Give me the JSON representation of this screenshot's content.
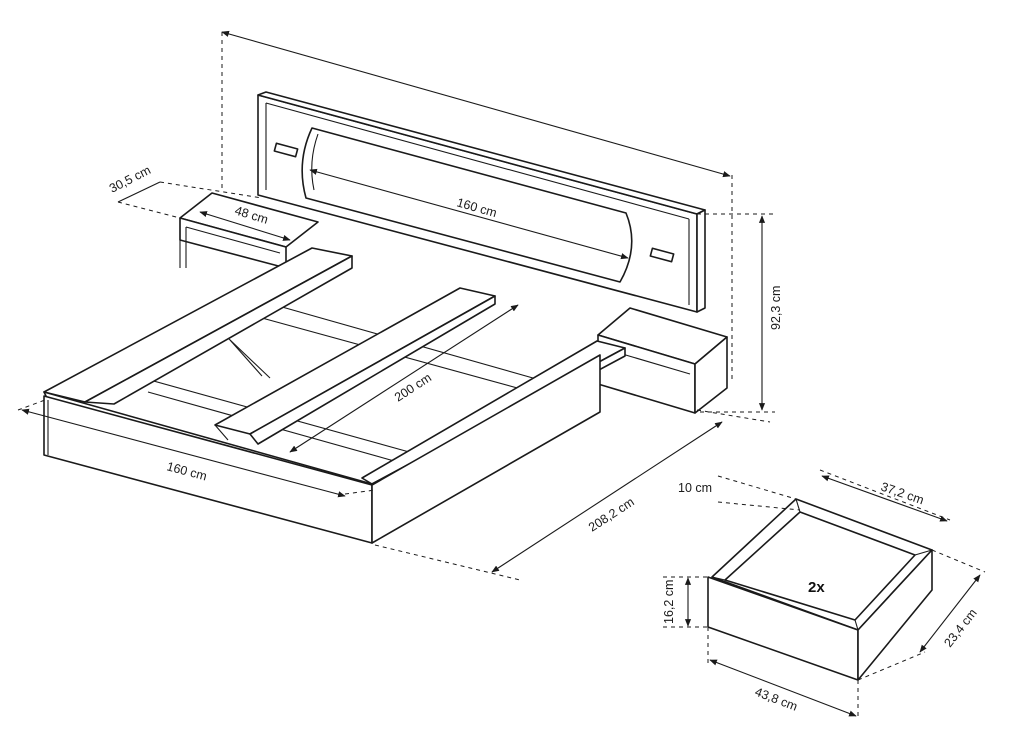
{
  "dimensions": {
    "headboard_total_width": "",
    "headboard_cushion_width": "160 cm",
    "headboard_height": "92,3 cm",
    "nightstand_depth": "30,5 cm",
    "nightstand_width": "48 cm",
    "bed_inner_length": "200 cm",
    "bed_width": "160 cm",
    "bed_total_length": "208,2 cm",
    "drawer_height_front": "10 cm",
    "drawer_width": "37,2 cm",
    "drawer_front_height": "16,2 cm",
    "drawer_depth": "23,4 cm",
    "drawer_front_width": "43,8 cm"
  },
  "drawer_quantity": "2x"
}
